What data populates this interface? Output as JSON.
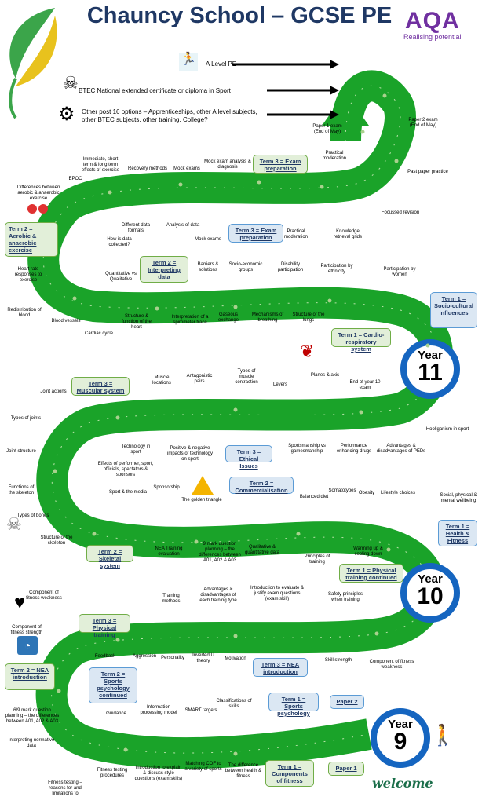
{
  "header": {
    "title": "Chauncy School – GCSE PE",
    "logo_text": "AQA",
    "logo_tagline": "Realising potential"
  },
  "options": {
    "alevel": "A Level PE",
    "btec": "BTEC National extended certificate or diploma in Sport",
    "other": "Other post 16 options – Apprenticeships, other A level subjects, other BTEC subjects, other training, College?"
  },
  "years": {
    "word": "Year",
    "y11": "11",
    "y10": "10",
    "y9": "9"
  },
  "terms": {
    "y11t3a": "Term 3 = Exam preparation",
    "y11t3b": "Term 3 = Exam preparation",
    "y11t2a": "Term 2 = Aerobic & anaerobic exercise",
    "y11t2b": "Term 2 = Interpreting data",
    "y11t1a": "Term 1 = Socio-cultural influences",
    "y11t1b": "Term 1 = Cardio-respiratory system",
    "y10t3a": "Term 3 = Muscular system",
    "y10t3b": "Term 3 = Ethical Issues",
    "y10t2a": "Term 2 = Commercialisation",
    "y10t2b": "Term 2 = Skeletal system",
    "y10t1a": "Term 1 = Health & Fitness",
    "y10t1b": "Term 1 = Physical training continued",
    "y9t3a": "Term 3 = Physical training",
    "y9t3b": "Term 3 = NEA introduction",
    "y9t2a": "Term 2 = NEA introduction",
    "y9t2b": "Term 2 = Sports psychology continued",
    "y9t1a": "Term 1 = Sports psychology",
    "y9t1b": "Term 1 = Components of fitness",
    "paper1": "Paper 1",
    "paper2": "Paper 2"
  },
  "labels": {
    "l1": "Paper 1 exam (End of May)",
    "l2": "Paper 2 exam (End of May)",
    "l3": "Practical moderation",
    "l4": "Past paper practice",
    "l5": "Focussed revision",
    "l6": "Knowledge retrieval grids",
    "l7": "Practical moderation",
    "l8": "Mock exams",
    "l9": "Analysis of data",
    "l10": "Different data formats",
    "l11": "Mock exam analysis & diagnosis",
    "l12": "Mock exams",
    "l13": "Recovery methods",
    "l14": "Immediate, short term & long term effects of exercise",
    "l15": "EPOC",
    "l16": "Differences between aerobic & anaerobic exercise",
    "l17": "How is data collected?",
    "l18": "Quantitative vs Qualitative",
    "l19": "Heart rate responses to exercise",
    "l20": "Redistribution of blood",
    "l21": "Blood vessels",
    "l22": "Cardiac cycle",
    "l23": "Structure & function of the heart",
    "l24": "Interpretation of a spirometer trace",
    "l25": "Gaseous exchange",
    "l26": "Mechanisms of breathing",
    "l27": "Structure of the lungs",
    "l28": "Barriers & solutions",
    "l29": "Socio-economic groups",
    "l30": "Disability participation",
    "l31": "Participation by ethnicity",
    "l32": "Participation by women",
    "l33": "End of year 10 exam",
    "l34": "Planes & axis",
    "l35": "Levers",
    "l36": "Types of muscle contraction",
    "l37": "Antagonistic pairs",
    "l38": "Muscle locations",
    "l39": "Joint actions",
    "l40": "Types of joints",
    "l41": "Joint structure",
    "l42": "Functions of the skeleton",
    "l43": "Types of bones",
    "l44": "Structure of the skeleton",
    "l45": "Technology in sport",
    "l46": "Effects of performer, sport, officials, spectators & sponsors",
    "l47": "Positive & negative impacts of technology on sport",
    "l48": "Sportsmanship vs gamesmanship",
    "l49": "Performance enhancing drugs",
    "l50": "Advantages & disadvantages of PEDs",
    "l51": "Hooliganism in sport",
    "l52": "Sport & the media",
    "l53": "Sponsorship",
    "l54": "The golden triangle",
    "l55": "Balanced diet",
    "l56": "Somatotypes",
    "l57": "Obesity",
    "l58": "Lifestyle choices",
    "l59": "Social, physical & mental wellbeing",
    "l60": "NEA Training evaluation",
    "l61": "9 mark question planning – the differences between A01, A02 & A03",
    "l62": "Qualitative & quantitative data",
    "l63": "Principles of training",
    "l64": "Warming up & cooling down",
    "l65": "Component of fitness weakness",
    "l66": "Training methods",
    "l67": "Advantages & disadvantages of each training type",
    "l68": "Introduction to evaluate & justify exam questions (exam skill)",
    "l69": "Safety principles when training",
    "l70": "Component of fitness strength",
    "l71": "Feedback",
    "l72": "Aggression",
    "l73": "Personality",
    "l74": "Inverted U theory",
    "l75": "Motivation",
    "l76": "Skill strength",
    "l77": "Component of fitness weakness",
    "l78": "Information processing model",
    "l79": "SMART targets",
    "l80": "Classifications of skills",
    "l81": "Guidance",
    "l82": "6/9 mark question planning – the differences between A01, A02 & A03",
    "l83": "Interpreting normative data",
    "l84": "Fitness testing procedures",
    "l85": "Introduction to explain & discuss style questions (exam skills)",
    "l86": "Matching COF to a variety of sports",
    "l87": "The difference between health & fitness",
    "l88": "Fitness testing – reasons for and limitations to"
  },
  "icons": [
    "runner-icon",
    "skeleton-icon",
    "head-gears-icon",
    "heart-icon",
    "gauge-icon",
    "stick-figures-icon",
    "lungs-icon",
    "skull-icon"
  ],
  "welcome": "welcome",
  "colors": {
    "road": "#1aa329",
    "ring": "#1565c0",
    "title": "#1f3864",
    "brand": "#7030a0"
  }
}
